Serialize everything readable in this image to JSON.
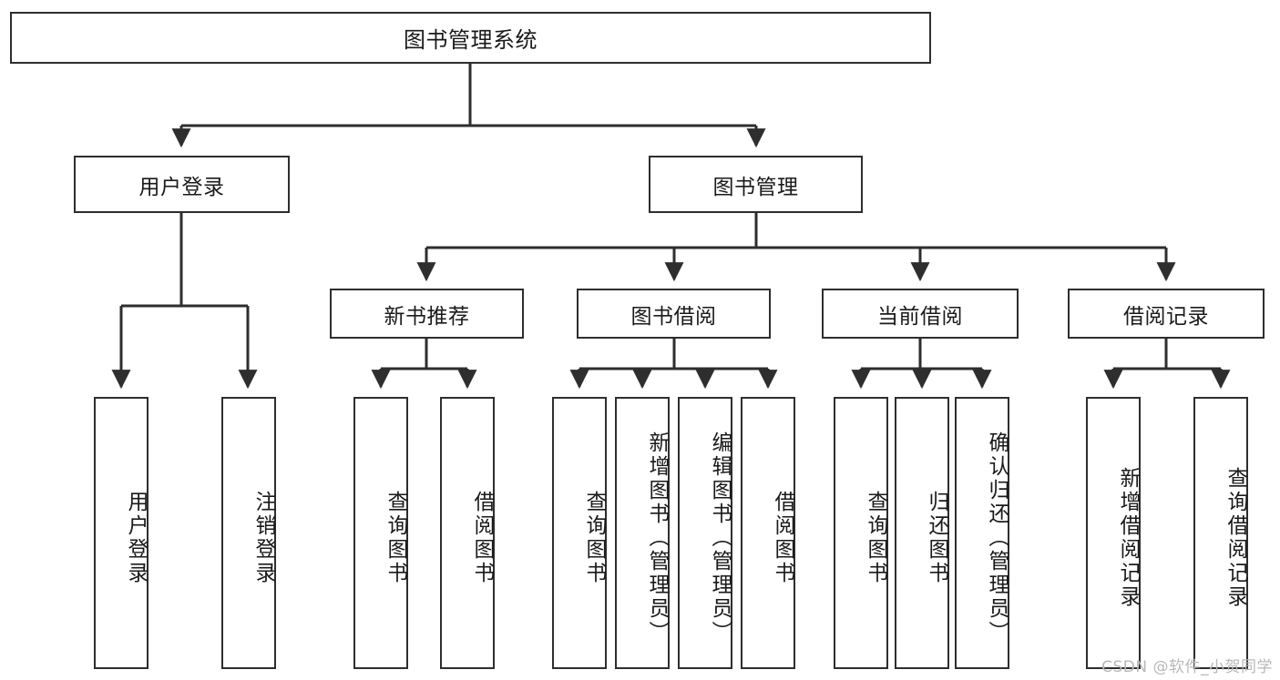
{
  "diagram": {
    "title": "图书管理系统",
    "watermark": "CSDN @软件_小贺同学",
    "colors": {
      "stroke": "#2e2e2e",
      "fill": "#ffffff",
      "text": "#1a1a1a",
      "watermark": "#b8b8b8"
    },
    "root": {
      "label": "图书管理系统"
    },
    "level2": [
      {
        "label": "用户登录"
      },
      {
        "label": "图书管理"
      }
    ],
    "level3": [
      {
        "label": "新书推荐"
      },
      {
        "label": "图书借阅"
      },
      {
        "label": "当前借阅"
      },
      {
        "label": "借阅记录"
      }
    ],
    "leaves": [
      {
        "label": "用户登录",
        "parent": "用户登录"
      },
      {
        "label": "注销登录",
        "parent": "用户登录"
      },
      {
        "label": "查询图书",
        "parent": "新书推荐"
      },
      {
        "label": "借阅图书",
        "parent": "新书推荐"
      },
      {
        "label": "查询图书",
        "parent": "图书借阅"
      },
      {
        "label": "新增图书（管理员）",
        "parent": "图书借阅"
      },
      {
        "label": "编辑图书（管理员）",
        "parent": "图书借阅"
      },
      {
        "label": "借阅图书",
        "parent": "图书借阅"
      },
      {
        "label": "查询图书",
        "parent": "当前借阅"
      },
      {
        "label": "归还图书",
        "parent": "当前借阅"
      },
      {
        "label": "确认归还（管理员）",
        "parent": "当前借阅"
      },
      {
        "label": "新增借阅记录",
        "parent": "借阅记录"
      },
      {
        "label": "查询借阅记录",
        "parent": "借阅记录"
      }
    ]
  }
}
